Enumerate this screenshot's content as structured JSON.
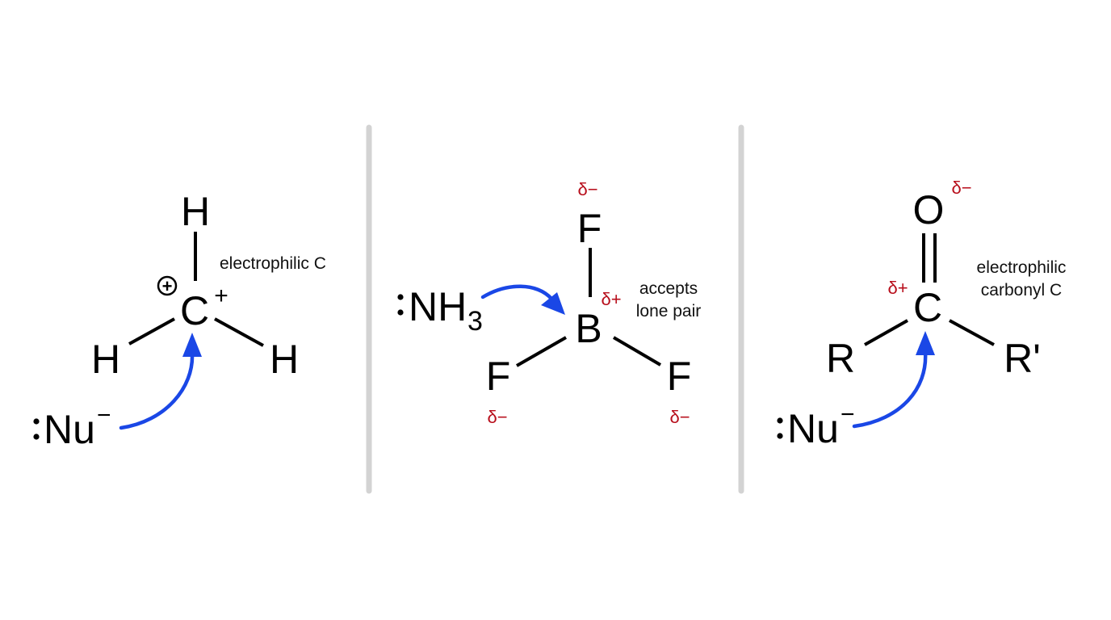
{
  "panels": [
    {
      "atoms": {
        "center": "C",
        "top": "H",
        "left": "H",
        "right": "H",
        "nucleophile": "Nu"
      },
      "center_charge": "+",
      "charge_circle": "+",
      "nucleophile_charge": "−",
      "note_lines": [
        "electrophilic C"
      ]
    },
    {
      "nucleophile": "NH",
      "nucleophile_subscript": "3",
      "atoms": {
        "center": "B",
        "top": "F",
        "left": "F",
        "right": "F"
      },
      "partial_charges": {
        "center": "δ+",
        "top": "δ−",
        "left": "δ−",
        "right": "δ−"
      },
      "note_lines": [
        "accepts",
        "lone pair"
      ]
    },
    {
      "atoms": {
        "center": "C",
        "top": "O",
        "left": "R",
        "right": "R'",
        "nucleophile": "Nu"
      },
      "partial_charges": {
        "center": "δ+",
        "top": "δ−"
      },
      "nucleophile_charge": "−",
      "note_lines": [
        "electrophilic",
        "carbonyl C"
      ]
    }
  ],
  "colors": {
    "arrow": "#1a47e6",
    "partial_charge": "#b80f1c",
    "divider": "#d3d3d3"
  }
}
